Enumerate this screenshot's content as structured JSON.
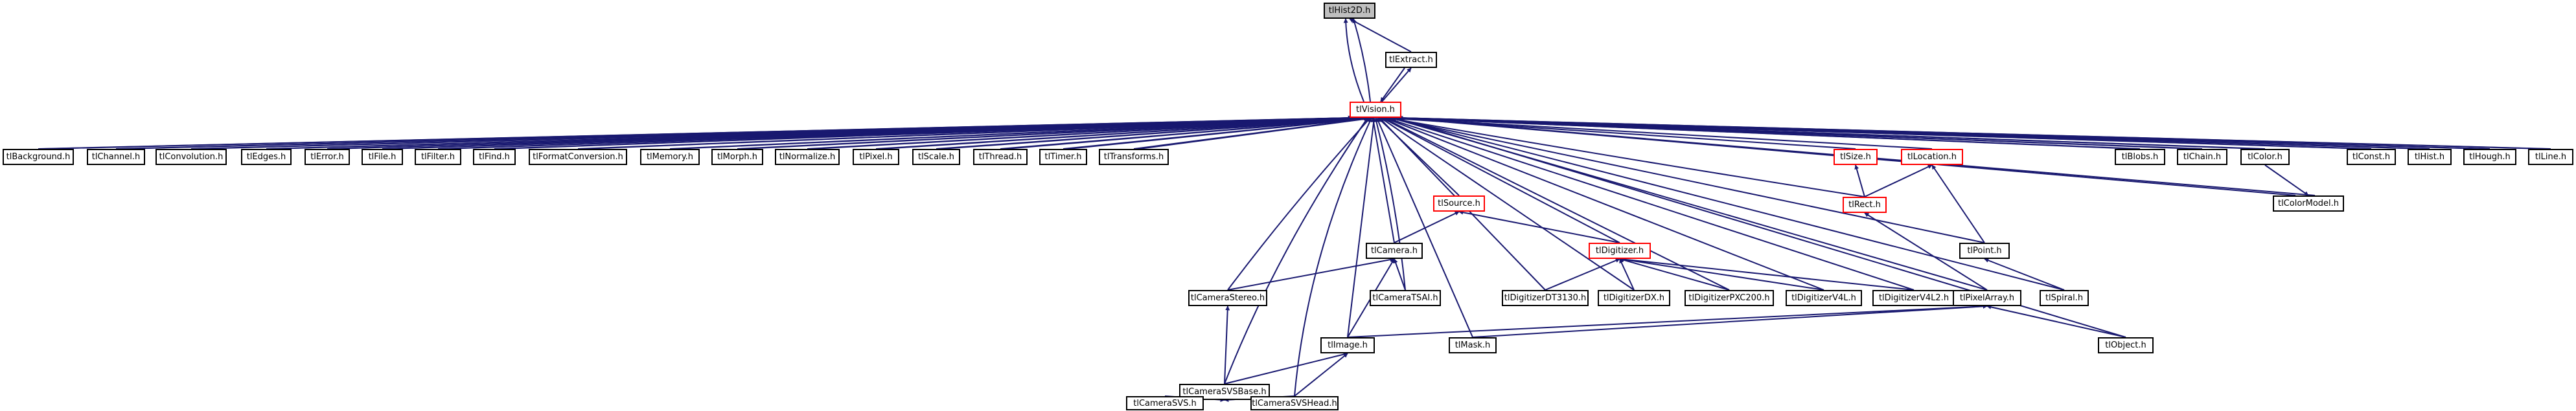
{
  "colors": {
    "edge": "#191970",
    "edge_alt": "#000000",
    "box_border": "#000000",
    "box_border_warn": "#ff0000",
    "root_fill": "#bfbfbf"
  },
  "nodes": {
    "hist2d": "tlHist2D.h",
    "extract": "tlExtract.h",
    "vision": "tlVision.h",
    "background": "tlBackground.h",
    "channel": "tlChannel.h",
    "convolution": "tlConvolution.h",
    "edges": "tlEdges.h",
    "error": "tlError.h",
    "file": "tlFile.h",
    "filter": "tlFilter.h",
    "find": "tlFind.h",
    "formatconversion": "tlFormatConversion.h",
    "memory": "tlMemory.h",
    "morph": "tlMorph.h",
    "normalize": "tlNormalize.h",
    "pixel": "tlPixel.h",
    "scale": "tlScale.h",
    "thread": "tlThread.h",
    "timer": "tlTimer.h",
    "transforms": "tlTransforms.h",
    "source": "tlSource.h",
    "size": "tlSize.h",
    "location": "tlLocation.h",
    "blobs": "tlBlobs.h",
    "chain": "tlChain.h",
    "color": "tlColor.h",
    "const": "tlConst.h",
    "hist": "tlHist.h",
    "hough": "tlHough.h",
    "line": "tlLine.h",
    "camera": "tlCamera.h",
    "rect": "tlRect.h",
    "point": "tlPoint.h",
    "colormodel": "tlColorModel.h",
    "digitizer": "tlDigitizer.h",
    "camerastereo": "tlCameraStereo.h",
    "cameratsai": "tlCameraTSAI.h",
    "dt3130": "tlDigitizerDT3130.h",
    "dx": "tlDigitizerDX.h",
    "pxc200": "tlDigitizerPXC200.h",
    "v4l": "tlDigitizerV4L.h",
    "v4l2": "tlDigitizerV4L2.h",
    "spiral": "tlSpiral.h",
    "pixelarray": "tlPixelArray.h",
    "image": "tlImage.h",
    "mask": "tlMask.h",
    "object": "tlObject.h",
    "svsbase": "tlCameraSVSBase.h",
    "svs": "tlCameraSVS.h",
    "svshead": "tlCameraSVSHead.h"
  }
}
